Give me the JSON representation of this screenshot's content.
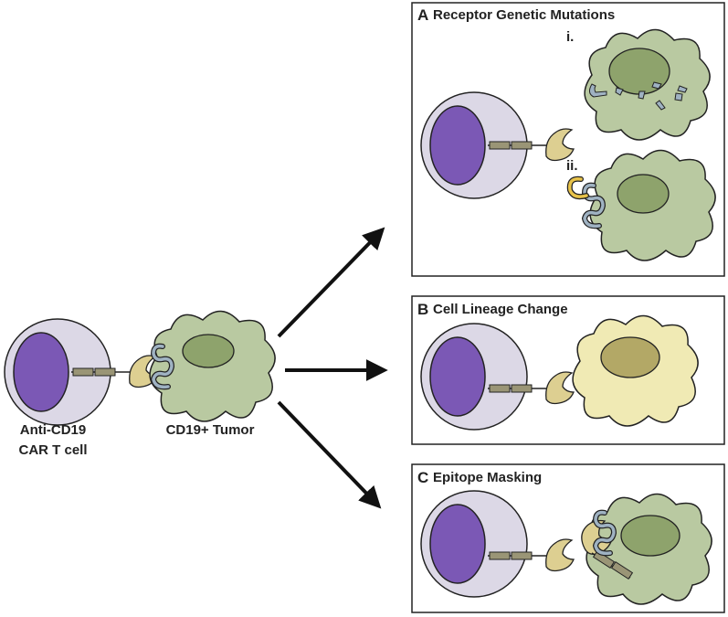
{
  "left": {
    "tcell_label_line1": "Anti-CD19",
    "tcell_label_line2": "CAR T cell",
    "tumor_label": "CD19+ Tumor"
  },
  "panels": [
    {
      "letter": "A",
      "title": "Receptor Genetic Mutations",
      "sub_labels": [
        "i.",
        "ii."
      ]
    },
    {
      "letter": "B",
      "title": "Cell Lineage Change"
    },
    {
      "letter": "C",
      "title": "Epitope Masking"
    }
  ],
  "colors": {
    "tcell_body": "#dcd8e6",
    "tcell_nucleus": "#7b58b5",
    "tumor_body": "#b9c9a1",
    "tumor_nucleus": "#8ea36c",
    "lineage_body": "#f0eab4",
    "lineage_nucleus": "#b3a866",
    "car_linker": "#9a9576",
    "car_binder": "#ddcf91",
    "cd19_receptor": "#9fb2c2",
    "mutated_binder": "#e8c34a",
    "outline": "#222222"
  }
}
